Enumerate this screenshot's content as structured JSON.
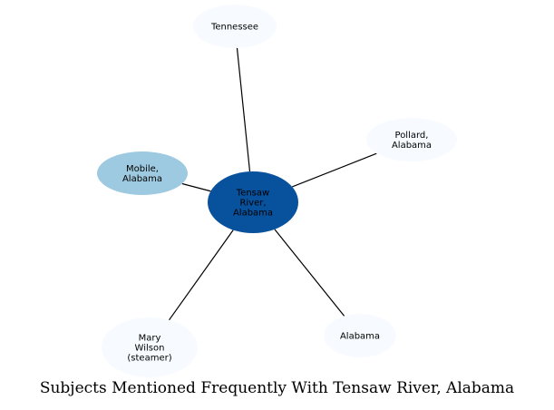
{
  "title": "Subjects Mentioned Frequently With Tensaw River, Alabama",
  "colors": {
    "center": "#08519c",
    "mid": "#9ecae1",
    "light": "#f7fbff",
    "edge": "#000000"
  },
  "center_node": {
    "id": "tensaw",
    "lines": [
      "Tensaw",
      "River,",
      "Alabama"
    ],
    "shade": "center"
  },
  "nodes": [
    {
      "id": "tennessee",
      "lines": [
        "Tennessee"
      ],
      "shade": "light"
    },
    {
      "id": "pollard",
      "lines": [
        "Pollard,",
        "Alabama"
      ],
      "shade": "light"
    },
    {
      "id": "mobile",
      "lines": [
        "Mobile,",
        "Alabama"
      ],
      "shade": "mid"
    },
    {
      "id": "mary-wilson",
      "lines": [
        "Mary",
        "Wilson",
        "(steamer)"
      ],
      "shade": "light"
    },
    {
      "id": "alabama",
      "lines": [
        "Alabama"
      ],
      "shade": "light"
    }
  ],
  "edges": [
    [
      "tensaw",
      "tennessee"
    ],
    [
      "tensaw",
      "pollard"
    ],
    [
      "tensaw",
      "mobile"
    ],
    [
      "tensaw",
      "mary-wilson"
    ],
    [
      "tensaw",
      "alabama"
    ]
  ]
}
